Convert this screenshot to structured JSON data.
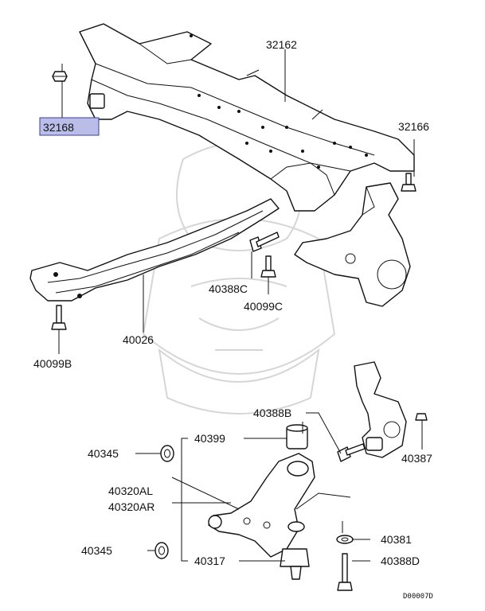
{
  "diagram_code": "D00007D",
  "highlight_color": "#b9bde8",
  "callouts": [
    {
      "id": "32168",
      "text": "32168",
      "highlighted": true
    },
    {
      "id": "32162",
      "text": "32162"
    },
    {
      "id": "32166",
      "text": "32166"
    },
    {
      "id": "40388C",
      "text": "40388C"
    },
    {
      "id": "40099C",
      "text": "40099C"
    },
    {
      "id": "40026",
      "text": "40026"
    },
    {
      "id": "40099B",
      "text": "40099B"
    },
    {
      "id": "40388B",
      "text": "40388B"
    },
    {
      "id": "40387",
      "text": "40387"
    },
    {
      "id": "40399",
      "text": "40399"
    },
    {
      "id": "40345a",
      "text": "40345"
    },
    {
      "id": "40320AL",
      "text": "40320AL"
    },
    {
      "id": "40320AR",
      "text": "40320AR"
    },
    {
      "id": "40345b",
      "text": "40345"
    },
    {
      "id": "40381",
      "text": "40381"
    },
    {
      "id": "40317",
      "text": "40317"
    },
    {
      "id": "40388D",
      "text": "40388D"
    }
  ]
}
